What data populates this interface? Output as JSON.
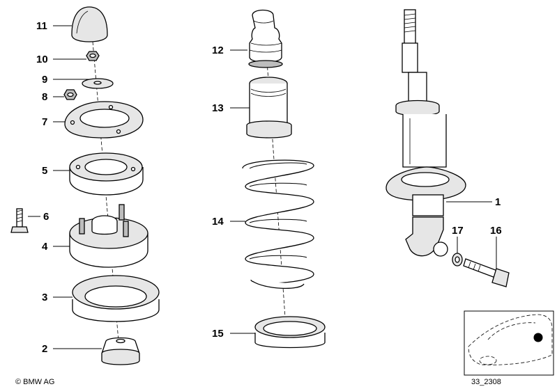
{
  "callouts": [
    {
      "id": "11",
      "label": "11"
    },
    {
      "id": "10",
      "label": "10"
    },
    {
      "id": "9",
      "label": "9"
    },
    {
      "id": "8",
      "label": "8"
    },
    {
      "id": "7",
      "label": "7"
    },
    {
      "id": "5",
      "label": "5"
    },
    {
      "id": "6",
      "label": "6"
    },
    {
      "id": "4",
      "label": "4"
    },
    {
      "id": "3",
      "label": "3"
    },
    {
      "id": "2",
      "label": "2"
    },
    {
      "id": "12",
      "label": "12"
    },
    {
      "id": "13",
      "label": "13"
    },
    {
      "id": "14",
      "label": "14"
    },
    {
      "id": "15",
      "label": "15"
    },
    {
      "id": "1",
      "label": "1"
    },
    {
      "id": "17",
      "label": "17"
    },
    {
      "id": "16",
      "label": "16"
    }
  ],
  "footer": {
    "copyright": "© BMW AG",
    "diagram_code": "33_2308"
  }
}
